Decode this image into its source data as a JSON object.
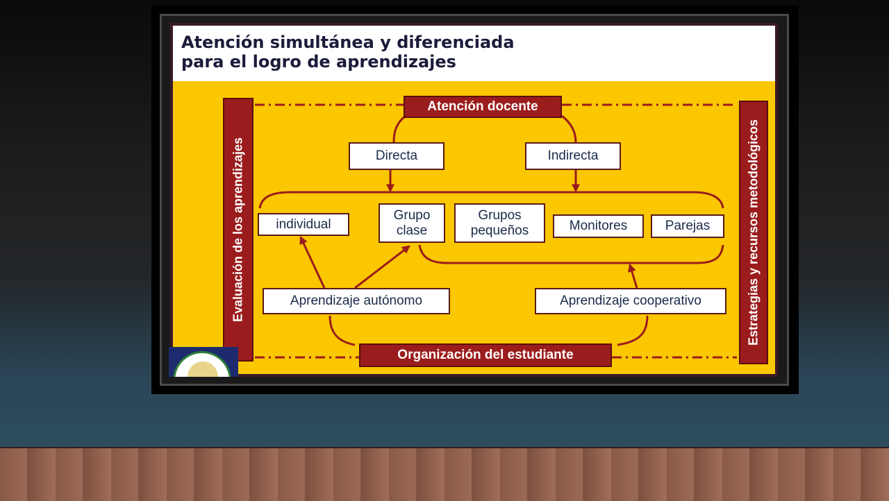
{
  "slide": {
    "title_line1": "Atención simultánea y diferenciada",
    "title_line2": "para el logro de aprendizajes"
  },
  "diagram": {
    "top_bar": "Atención docente",
    "bottom_bar": "Organización del estudiante",
    "left_bar": "Evaluación de los aprendizajes",
    "right_bar": "Estrategias y recursos metodológicos",
    "directa": "Directa",
    "indirecta": "Indirecta",
    "groups": {
      "individual": "individual",
      "grupo_clase_1": "Grupo",
      "grupo_clase_2": "clase",
      "grupos_pequenos_1": "Grupos",
      "grupos_pequenos_2": "pequeños",
      "monitores": "Monitores",
      "parejas": "Parejas"
    },
    "aprendizaje_autonomo": "Aprendizaje autónomo",
    "aprendizaje_cooperativo": "Aprendizaje cooperativo"
  },
  "colors": {
    "slide_background": "#fbc700",
    "bar_red": "#9b1c1c",
    "arrow": "#9b1c1c",
    "text": "#1a2a4a"
  },
  "logo": {
    "icon": "education-management-seal-icon"
  }
}
